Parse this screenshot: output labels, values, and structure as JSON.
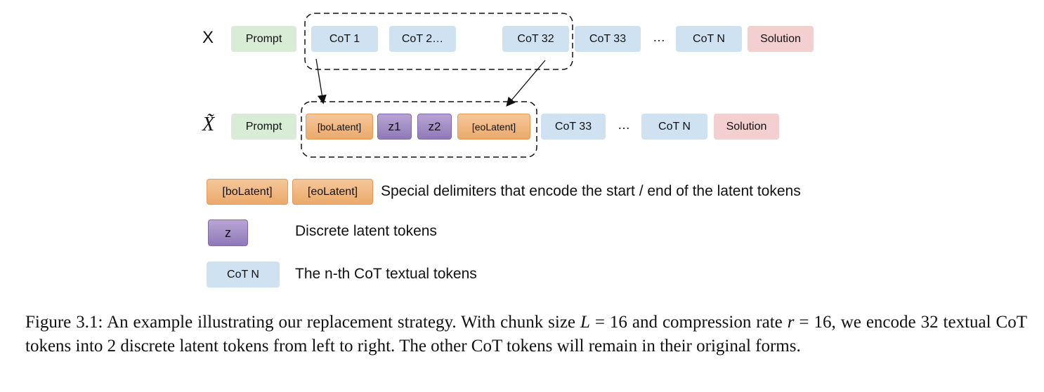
{
  "rows": {
    "top_label": "X",
    "bottom_label": "X̃"
  },
  "top_row": {
    "prompt": "Prompt",
    "cot1": "CoT 1",
    "cot2": "CoT 2…",
    "cot32": "CoT 32",
    "cot33": "CoT 33",
    "ellipsis": "…",
    "cotn": "CoT N",
    "solution": "Solution"
  },
  "bottom_row": {
    "prompt": "Prompt",
    "bo_latent": "[boLatent]",
    "z1": "z1",
    "z2": "z2",
    "eo_latent": "[eoLatent]",
    "cot33": "CoT 33",
    "ellipsis": "…",
    "cotn": "CoT N",
    "solution": "Solution"
  },
  "legend": {
    "bo_latent": "[boLatent]",
    "eo_latent": "[eoLatent]",
    "delimiter_desc": "Special delimiters that encode the start / end of the latent tokens",
    "z": "z",
    "z_desc": "Discrete latent tokens",
    "cot": "CoT N",
    "cot_desc": "The n-th CoT textual tokens"
  },
  "caption": {
    "part1": "Figure 3.1: An example illustrating our replacement strategy. With chunk size ",
    "L_var": "L",
    "L_eq": " = 16",
    "part2": " and compression rate ",
    "r_var": "r",
    "r_eq": " = 16",
    "part3": ", we encode 32 textual CoT tokens into 2 discrete latent tokens from left to right. The other CoT tokens will remain in their original forms."
  },
  "colors": {
    "prompt": "#d8ecd6",
    "cot": "#cfe2f2",
    "solution": "#f3cfd0",
    "latent_delimiter": "#eca96a",
    "latent_token": "#9079b7"
  }
}
